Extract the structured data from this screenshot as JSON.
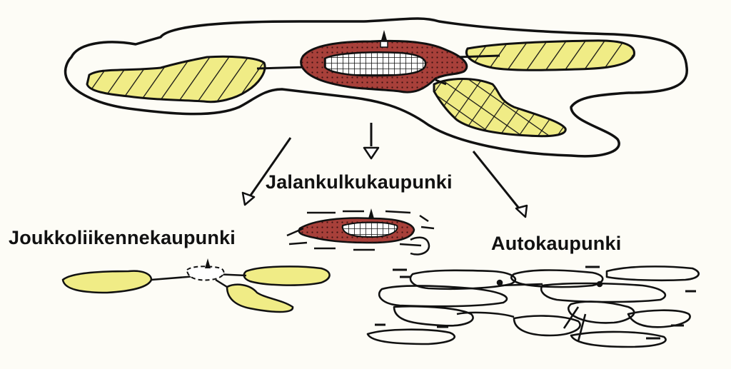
{
  "labels": {
    "pedestrian_city": "Jalankulkukaupunki",
    "transit_city": "Joukkoliikennekaupunki",
    "car_city": "Autokaupunki"
  },
  "colors": {
    "background": "#fdfcf6",
    "suburb_fill": "#f0ec86",
    "centre_fill": "#a8403a",
    "centre_core": "#ffffff",
    "outline": "#111111"
  },
  "icons": {
    "church_spire": "church-spire-icon",
    "arrow_head": "open-triangle-arrowhead"
  }
}
